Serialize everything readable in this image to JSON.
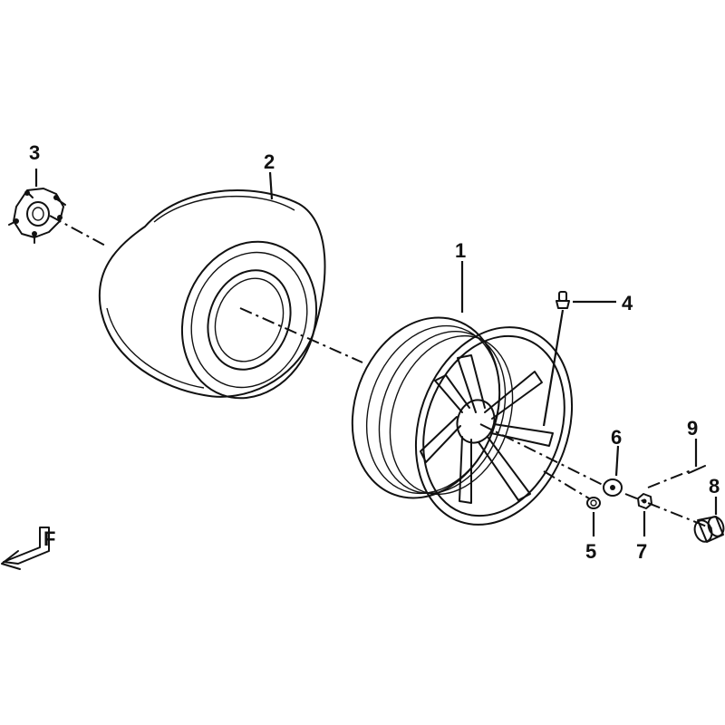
{
  "parts": [
    {
      "id": "rim",
      "callout": "1"
    },
    {
      "id": "tire",
      "callout": "2"
    },
    {
      "id": "hub",
      "callout": "3"
    },
    {
      "id": "valve",
      "callout": "4"
    },
    {
      "id": "washer-small",
      "callout": "5"
    },
    {
      "id": "washer",
      "callout": "6"
    },
    {
      "id": "nut",
      "callout": "7"
    },
    {
      "id": "cap",
      "callout": "8"
    },
    {
      "id": "cotter-pin",
      "callout": "9"
    }
  ],
  "front_marker": {
    "letter": "F"
  }
}
